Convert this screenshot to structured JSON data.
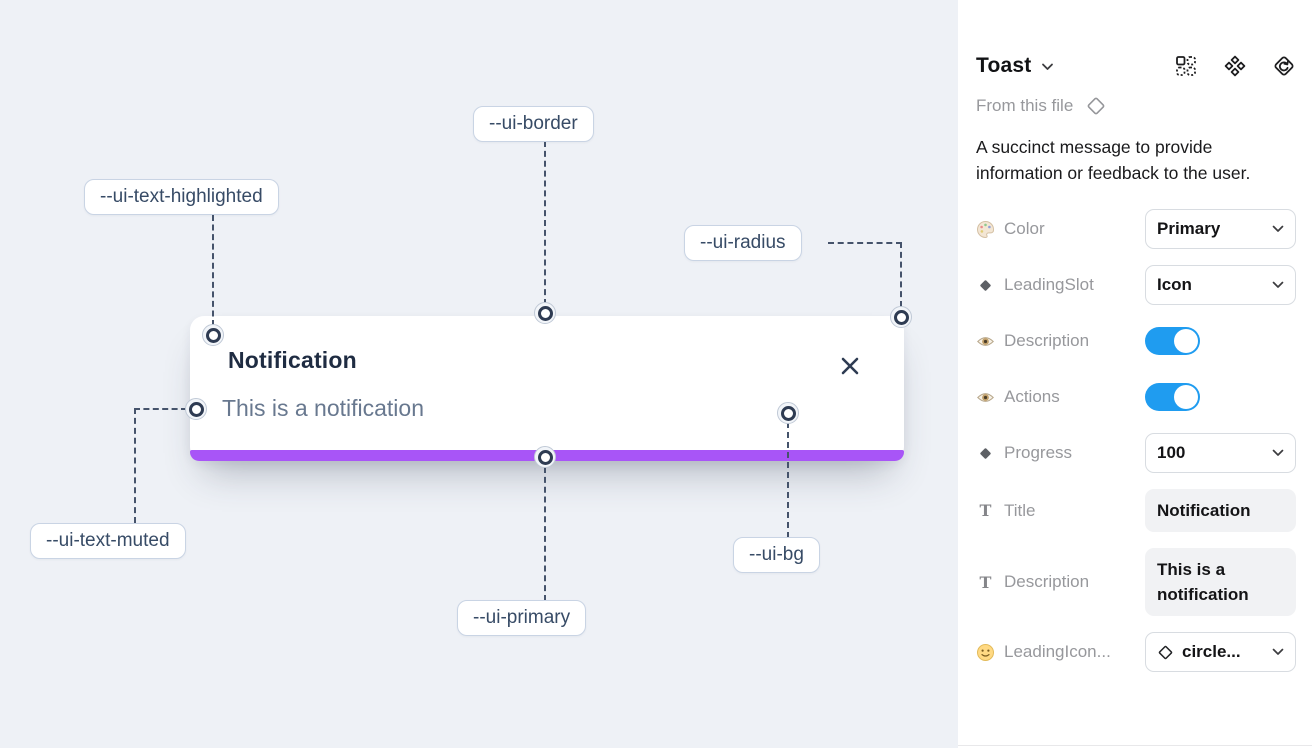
{
  "canvas": {
    "toast": {
      "title": "Notification",
      "description": "This is a notification",
      "progress_color": "#a855f7"
    },
    "annotations": [
      {
        "text": "--ui-border"
      },
      {
        "text": "--ui-text-highlighted"
      },
      {
        "text": "--ui-radius"
      },
      {
        "text": "--ui-text-muted"
      },
      {
        "text": "--ui-primary"
      },
      {
        "text": "--ui-bg"
      }
    ]
  },
  "panel": {
    "title": "Toast",
    "source_label": "From this file",
    "description": "A succinct message to provide information or feedback to the user.",
    "header_icons": [
      "component-properties-icon",
      "component-icon",
      "instance-swap-icon"
    ],
    "colors": {
      "toggle_on": "#1f9cf0",
      "accent_purple": "#a855f7"
    },
    "properties": [
      {
        "label": "Color",
        "icon": "palette-icon",
        "control": "dropdown",
        "value": "Primary"
      },
      {
        "label": "LeadingSlot",
        "icon": "diamond-icon",
        "control": "dropdown",
        "value": "Icon"
      },
      {
        "label": "Description",
        "icon": "eye-icon",
        "control": "toggle",
        "state": "on"
      },
      {
        "label": "Actions",
        "icon": "eye-icon",
        "control": "toggle",
        "state": "on"
      },
      {
        "label": "Progress",
        "icon": "diamond-icon",
        "control": "dropdown",
        "value": "100"
      },
      {
        "label": "Title",
        "icon": "text-icon",
        "control": "text-field",
        "value": "Notification"
      },
      {
        "label": "Description",
        "icon": "text-icon",
        "control": "text-field",
        "value": "This is a notification"
      },
      {
        "label": "LeadingIcon...",
        "icon": "smiley-icon",
        "control": "dropdown",
        "value": "circle..."
      }
    ]
  }
}
